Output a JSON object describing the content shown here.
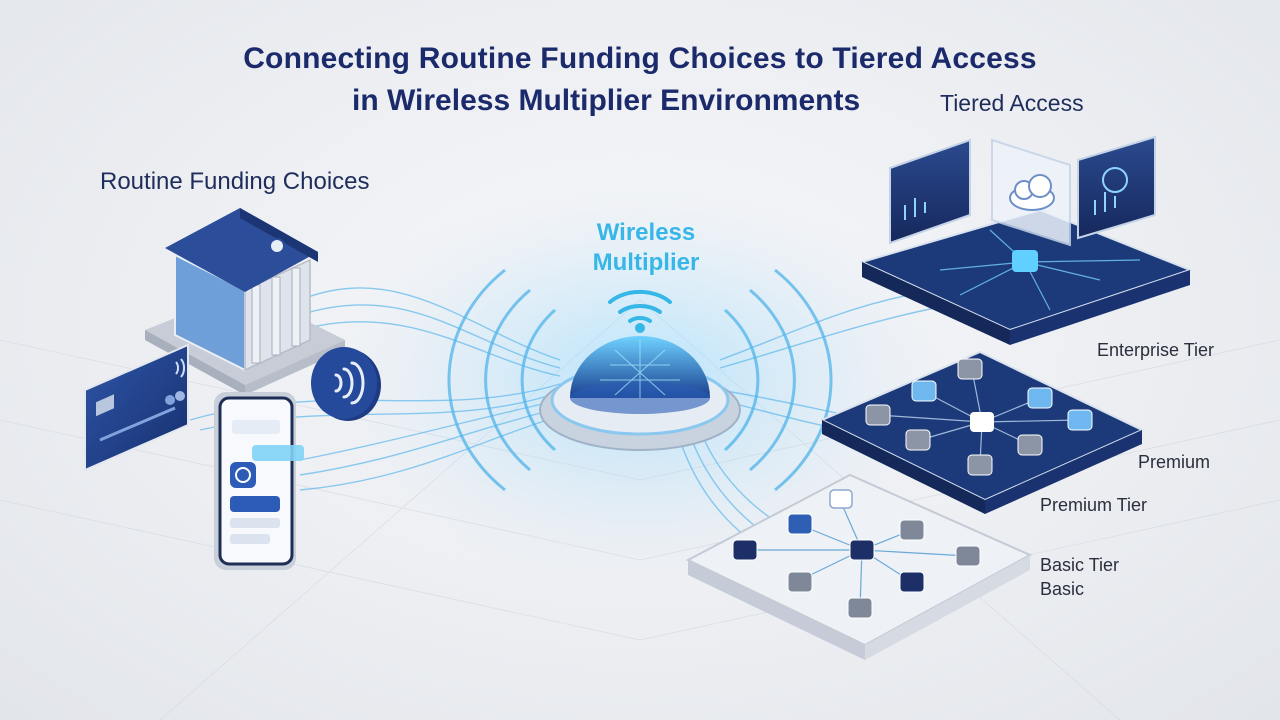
{
  "title": {
    "line1": "Connecting Routine Funding Choices to Tiered Access",
    "line2": "in Wireless Multiplier Environments"
  },
  "labels": {
    "routine_funding": "Routine Funding Choices",
    "wireless_multiplier": "Wireless Multiplier",
    "tiered_access": "Tiered Access",
    "enterprise_tier": "Enterprise Tier",
    "premium": "Premium",
    "premium_tier": "Premium Tier",
    "basic_tier": "Basic Tier",
    "basic": "Basic"
  },
  "colors": {
    "navy": "#1b2a6b",
    "accent_cyan": "#37b6e8",
    "platform_navy": "#1c3a7a",
    "tile_light": "#eef1f6"
  },
  "icons": [
    "bank-icon",
    "credit-card-icon",
    "smartphone-icon",
    "contactless-icon",
    "wifi-icon",
    "hub-dome-icon",
    "cloud-icon",
    "dashboard-icon"
  ]
}
